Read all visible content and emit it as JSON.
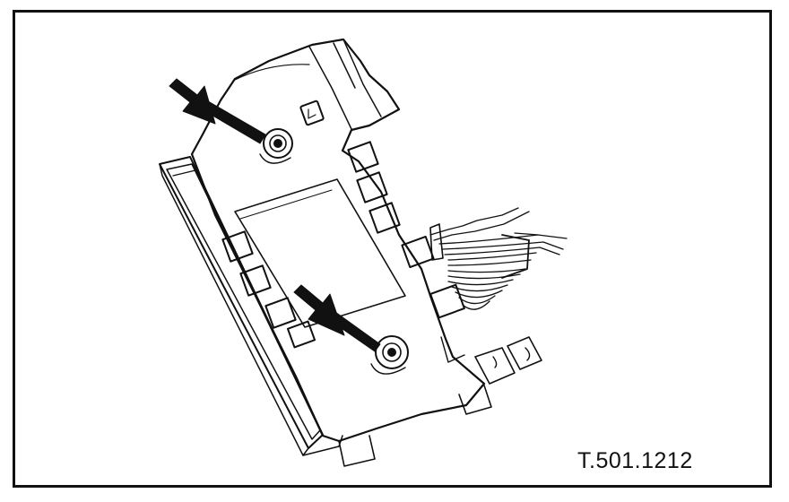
{
  "figure": {
    "reference_code": "T.501.1212",
    "subject": "bracket-plate-with-connector-harness",
    "callouts": [
      {
        "icon": "arrow-icon",
        "points_to": "upper-fastener"
      },
      {
        "icon": "arrow-icon",
        "points_to": "lower-fastener"
      }
    ],
    "colors": {
      "ink": "#111111",
      "paper": "#ffffff"
    }
  }
}
